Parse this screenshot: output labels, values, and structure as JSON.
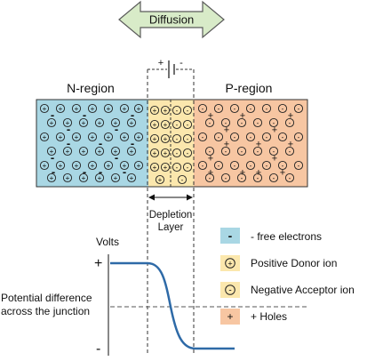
{
  "diffusion_label": "Diffusion",
  "battery": {
    "plus": "+",
    "minus": "-"
  },
  "n_region_label": "N-region",
  "p_region_label": "P-region",
  "depletion_label_line1": "Depletion",
  "depletion_label_line2": "Layer",
  "graph": {
    "y_axis_label": "Volts",
    "plus_tick": "+",
    "minus_tick": "-",
    "potential_label_line1": "Potential difference",
    "potential_label_line2": "across the junction"
  },
  "legend": [
    {
      "symbol": "-",
      "label": "- free electrons"
    },
    {
      "symbol": "+",
      "label": "Positive Donor ion"
    },
    {
      "symbol": "-",
      "label": "Negative Acceptor ion"
    },
    {
      "symbol": "+",
      "label": "+ Holes"
    }
  ],
  "colors": {
    "n_region": "#a9d7e4",
    "p_region": "#f7c6a2",
    "depletion": "#fbe7ad",
    "arrow_fill": "#d8ebc8",
    "arrow_stroke": "#5a5a5a",
    "curve": "#2e6aa7"
  }
}
